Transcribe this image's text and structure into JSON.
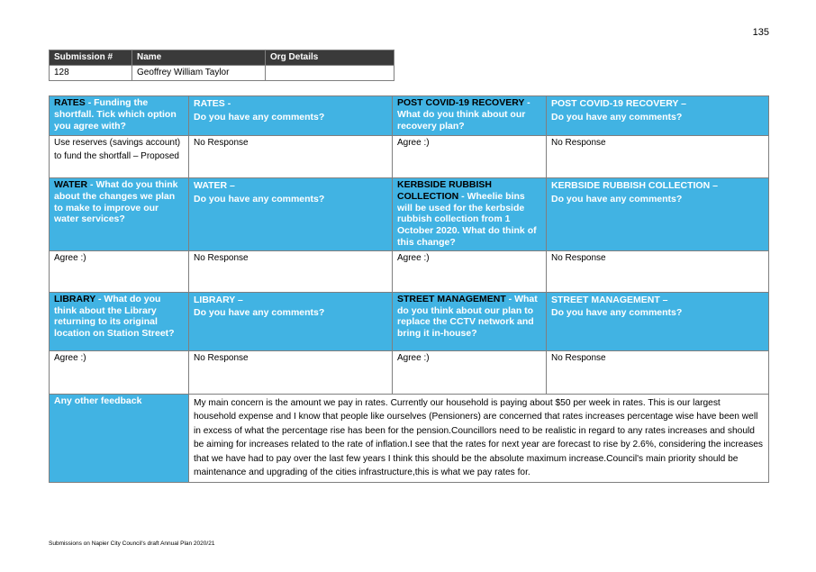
{
  "page_number": "135",
  "submission": {
    "headers": [
      "Submission #",
      "Name",
      "Org Details"
    ],
    "values": [
      "128",
      "Geoffrey William Taylor",
      ""
    ]
  },
  "sections": [
    {
      "questions": [
        {
          "highlight": "RATES",
          "text": " - Funding the shortfall. Tick which option you agree with?"
        },
        {
          "line1": "RATES -",
          "line2": "Do you have any comments?"
        },
        {
          "highlight": "POST COVID-19 RECOVERY",
          "text": " - What do you think about our recovery plan?"
        },
        {
          "line1": "POST COVID-19 RECOVERY –",
          "line2": "Do you have any comments?"
        }
      ],
      "answers": [
        "Use reserves (savings account) to fund the shortfall – Proposed",
        "No Response",
        "Agree :)",
        "No Response"
      ]
    },
    {
      "questions": [
        {
          "highlight": "WATER",
          "text": " - What do you think about the changes we plan to make to improve our water services?"
        },
        {
          "line1": "WATER –",
          "line2": "Do you have any comments?"
        },
        {
          "highlight": "KERBSIDE RUBBISH COLLECTION",
          "text": " - Wheelie bins will be used for the kerbside rubbish collection from 1 October 2020. What do think of this change?"
        },
        {
          "line1": "KERBSIDE RUBBISH COLLECTION –",
          "line2": "Do you have any comments?"
        }
      ],
      "answers": [
        "Agree :)",
        "No Response",
        "Agree :)",
        "No Response"
      ]
    },
    {
      "questions": [
        {
          "highlight": "LIBRARY",
          "text": " - What do you think about the Library returning to its original location on Station Street?"
        },
        {
          "line1": "LIBRARY –",
          "line2": "Do you have any comments?"
        },
        {
          "highlight": "STREET MANAGEMENT",
          "text": " - What do you think about our plan to replace the CCTV network and bring it in-house?"
        },
        {
          "line1": "STREET MANAGEMENT –",
          "line2": "Do you have any comments?"
        }
      ],
      "answers": [
        "Agree :)",
        "No Response",
        "Agree :)",
        "No Response"
      ]
    }
  ],
  "other_feedback": {
    "label": "Any other feedback",
    "text": "My main concern is the amount we pay in rates. Currently our household is paying about $50 per week in rates. This is our largest household expense and I know that people like ourselves (Pensioners) are concerned that rates increases percentage wise have been well in excess of what the percentage rise has been for the pension.Councillors need to be realistic in regard to any rates increases and should be aiming for increases related to the rate of inflation.I see that the rates for next year are forecast to rise by 2.6%, considering the increases that we have had to pay over the last few years I think this should be the absolute maximum increase.Council's main priority should be maintenance and upgrading of the cities infrastructure,this is what we pay rates for."
  },
  "footer": "Submissions on Napier City Council's draft Annual Plan 2020/21",
  "colors": {
    "question_bg": "#41b3e3",
    "header_bg": "#3a3a3a"
  }
}
